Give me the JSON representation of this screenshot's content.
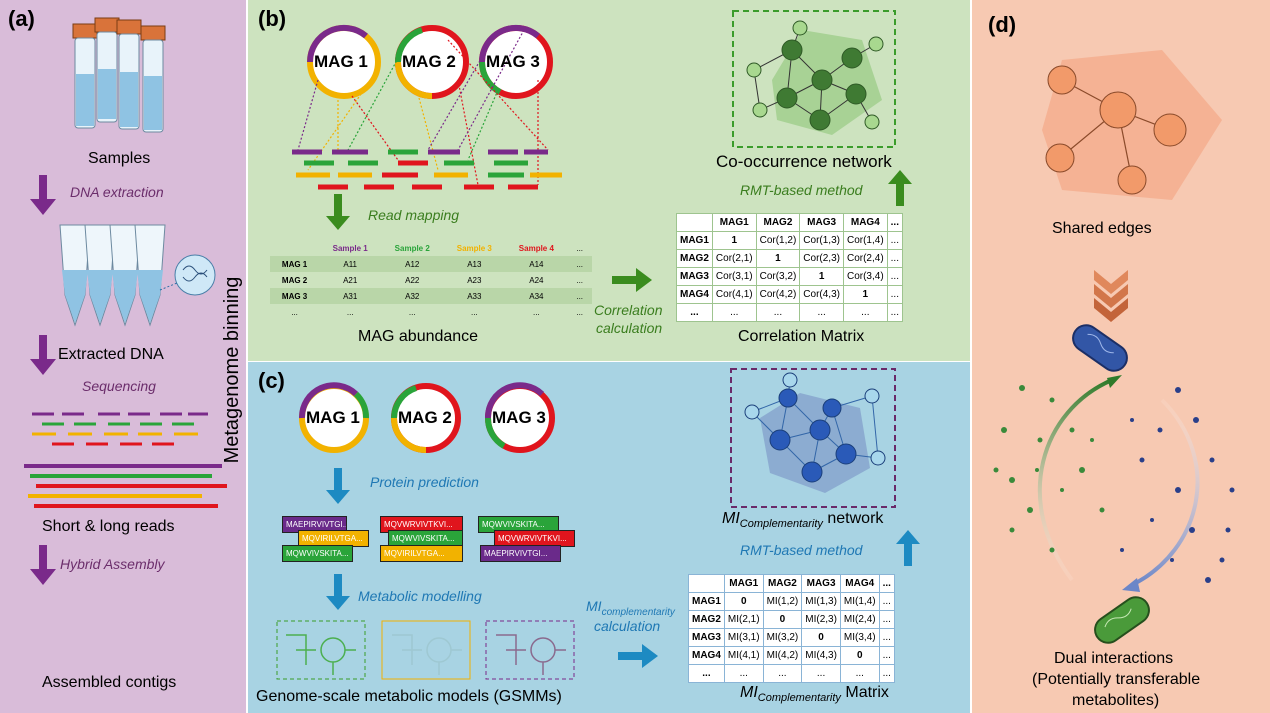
{
  "panel_a": {
    "label": "(a)",
    "samples": "Samples",
    "dna_extraction": "DNA extraction",
    "extracted_dna": "Extracted DNA",
    "sequencing": "Sequencing",
    "short_long_reads": "Short & long reads",
    "hybrid_assembly": "Hybrid Assembly",
    "assembled_contigs": "Assembled contigs"
  },
  "side_label": "Metagenome binning",
  "panel_b": {
    "label": "(b)",
    "mags": [
      "MAG 1",
      "MAG 2",
      "MAG 3"
    ],
    "read_mapping": "Read mapping",
    "abundance_header": [
      "",
      "Sample 1",
      "Sample 2",
      "Sample 3",
      "Sample 4",
      "..."
    ],
    "abundance_rows": [
      [
        "MAG 1",
        "A11",
        "A12",
        "A13",
        "A14",
        "..."
      ],
      [
        "MAG 2",
        "A21",
        "A22",
        "A23",
        "A24",
        "..."
      ],
      [
        "MAG 3",
        "A31",
        "A32",
        "A33",
        "A34",
        "..."
      ],
      [
        "...",
        "...",
        "...",
        "...",
        "...",
        "..."
      ]
    ],
    "mag_abundance": "MAG abundance",
    "correlation_calc_1": "Correlation",
    "correlation_calc_2": "calculation",
    "matrix_header": [
      "",
      "MAG1",
      "MAG2",
      "MAG3",
      "MAG4",
      "..."
    ],
    "matrix_rows": [
      [
        "MAG1",
        "1",
        "Cor(1,2)",
        "Cor(1,3)",
        "Cor(1,4)",
        "..."
      ],
      [
        "MAG2",
        "Cor(2,1)",
        "1",
        "Cor(2,3)",
        "Cor(2,4)",
        "..."
      ],
      [
        "MAG3",
        "Cor(3,1)",
        "Cor(3,2)",
        "1",
        "Cor(3,4)",
        "..."
      ],
      [
        "MAG4",
        "Cor(4,1)",
        "Cor(4,2)",
        "Cor(4,3)",
        "1",
        "..."
      ],
      [
        "...",
        "...",
        "...",
        "...",
        "...",
        "..."
      ]
    ],
    "correlation_matrix": "Correlation Matrix",
    "rmt": "RMT-based method",
    "cooccurrence": "Co-occurrence network"
  },
  "panel_c": {
    "label": "(c)",
    "mags": [
      "MAG 1",
      "MAG 2",
      "MAG 3"
    ],
    "protein_prediction": "Protein prediction",
    "sequences": [
      "MAEPIRVIVTGI...",
      "MQVIRILVTGA...",
      "MQWVIVSKITA...",
      "MQVWRVIVTKVI...",
      "MQWVIVSKITA...",
      "MQVIRILVTGA...",
      "MQWVIVSKITA...",
      "MQVWRVIVTKVI...",
      "MAEPIRVIVTGI..."
    ],
    "metabolic_modelling": "Metabolic modelling",
    "gsmms": "Genome-scale metabolic models (GSMMs)",
    "mi_calc_1": "MI",
    "mi_calc_sub": "complementarity",
    "mi_calc_2": "calculation",
    "matrix_header": [
      "",
      "MAG1",
      "MAG2",
      "MAG3",
      "MAG4",
      "..."
    ],
    "matrix_rows": [
      [
        "MAG1",
        "0",
        "MI(1,2)",
        "MI(1,3)",
        "MI(1,4)",
        "..."
      ],
      [
        "MAG2",
        "MI(2,1)",
        "0",
        "MI(2,3)",
        "MI(2,4)",
        "..."
      ],
      [
        "MAG3",
        "MI(3,1)",
        "MI(3,2)",
        "0",
        "MI(3,4)",
        "..."
      ],
      [
        "MAG4",
        "MI(4,1)",
        "MI(4,2)",
        "MI(4,3)",
        "0",
        "..."
      ],
      [
        "...",
        "...",
        "...",
        "...",
        "...",
        "..."
      ]
    ],
    "matrix_title_mi": "MI",
    "matrix_title_sub": "Complementarity",
    "matrix_title_rest": " Matrix",
    "rmt": "RMT-based method",
    "network_mi": "MI",
    "network_sub": "Complementarity",
    "network_rest": " network"
  },
  "panel_d": {
    "label": "(d)",
    "shared_edges": "Shared edges",
    "dual_1": "Dual interactions",
    "dual_2": "(Potentially transferable",
    "dual_3": "metabolites)"
  },
  "colors": {
    "panel_a_bg": "#d9bcd9",
    "panel_b_bg": "#cde3bf",
    "panel_c_bg": "#a8d3e3",
    "panel_d_bg": "#f7c9b2",
    "purple": "#7a2a8a",
    "green_arrow": "#3a8c1e",
    "blue_arrow": "#1d8ac2"
  }
}
